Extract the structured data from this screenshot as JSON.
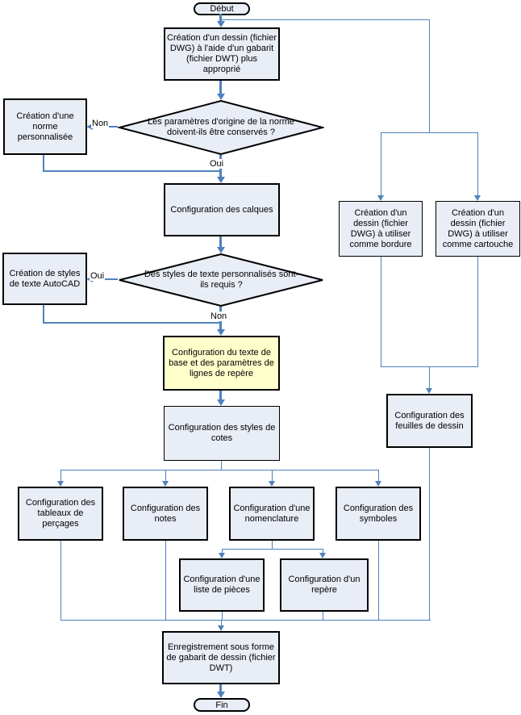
{
  "flowchart": {
    "start": {
      "label": "Début"
    },
    "end": {
      "label": "Fin"
    },
    "boxes": {
      "create_drawing": "Création d'un dessin (fichier DWG) à l'aide d'un gabarit (fichier DWT) plus approprié",
      "custom_standard": "Création d'une norme personnalisée",
      "layers": "Configuration des calques",
      "text_styles": "Création de styles de texte AutoCAD",
      "base_text": "Configuration du texte de base et des paramètres de lignes de repère",
      "dim_styles": "Configuration des styles de cotes",
      "hole_tables": "Configuration des tableaux de perçages",
      "notes": "Configuration des notes",
      "bom": "Configuration d'une nomenclature",
      "symbols": "Configuration des symboles",
      "parts_list": "Configuration d'une liste de pièces",
      "balloon": "Configuration d'un repère",
      "border_dwg": "Création d'un dessin (fichier DWG) à utiliser comme bordure",
      "titleblock_dwg": "Création d'un dessin (fichier DWG) à utiliser comme cartouche",
      "sheets": "Configuration des feuilles de dessin",
      "save_template": "Enregistrement sous forme de gabarit de dessin (fichier DWT)"
    },
    "decisions": {
      "keep_standard": "Les paramètres d'origine de la norme doivent-ils être conservés ?",
      "need_text_styles": "Des styles de texte personnalisés sont-ils requis ?"
    },
    "edge_labels": {
      "d1_no": "Non",
      "d1_yes": "Oui",
      "d2_yes": "Oui",
      "d2_no": "Non"
    },
    "colors": {
      "line": "#4F81BD",
      "box_fill": "#E9EDF6",
      "highlight_fill": "#FFFFCC",
      "border": "#000000"
    }
  }
}
